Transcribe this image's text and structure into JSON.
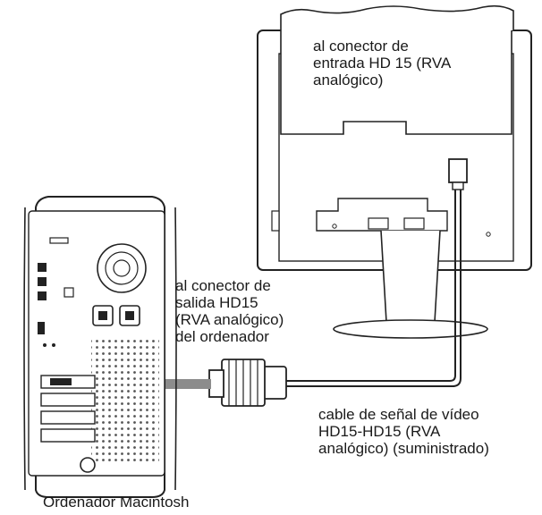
{
  "labels": {
    "monitor_input": "al conector de\nentrada HD 15 (RVA\nanalógico)",
    "computer_output": "al conector de\nsalida HD15\n(RVA analógico)\ndel ordenador",
    "signal_cable": "cable de señal de vídeo\nHD15-HD15 (RVA\nanalógico) (suministrado)",
    "computer_name": "Ordenador Macintosh"
  },
  "colors": {
    "line": "#222222",
    "arrow": "#8c8c8c",
    "panel": "#ffffff",
    "speckle": "#555555"
  },
  "icons": [
    "monitor-rear-view",
    "power-mac-g5-rear",
    "hd15-vga-connector",
    "insertion-arrow"
  ]
}
